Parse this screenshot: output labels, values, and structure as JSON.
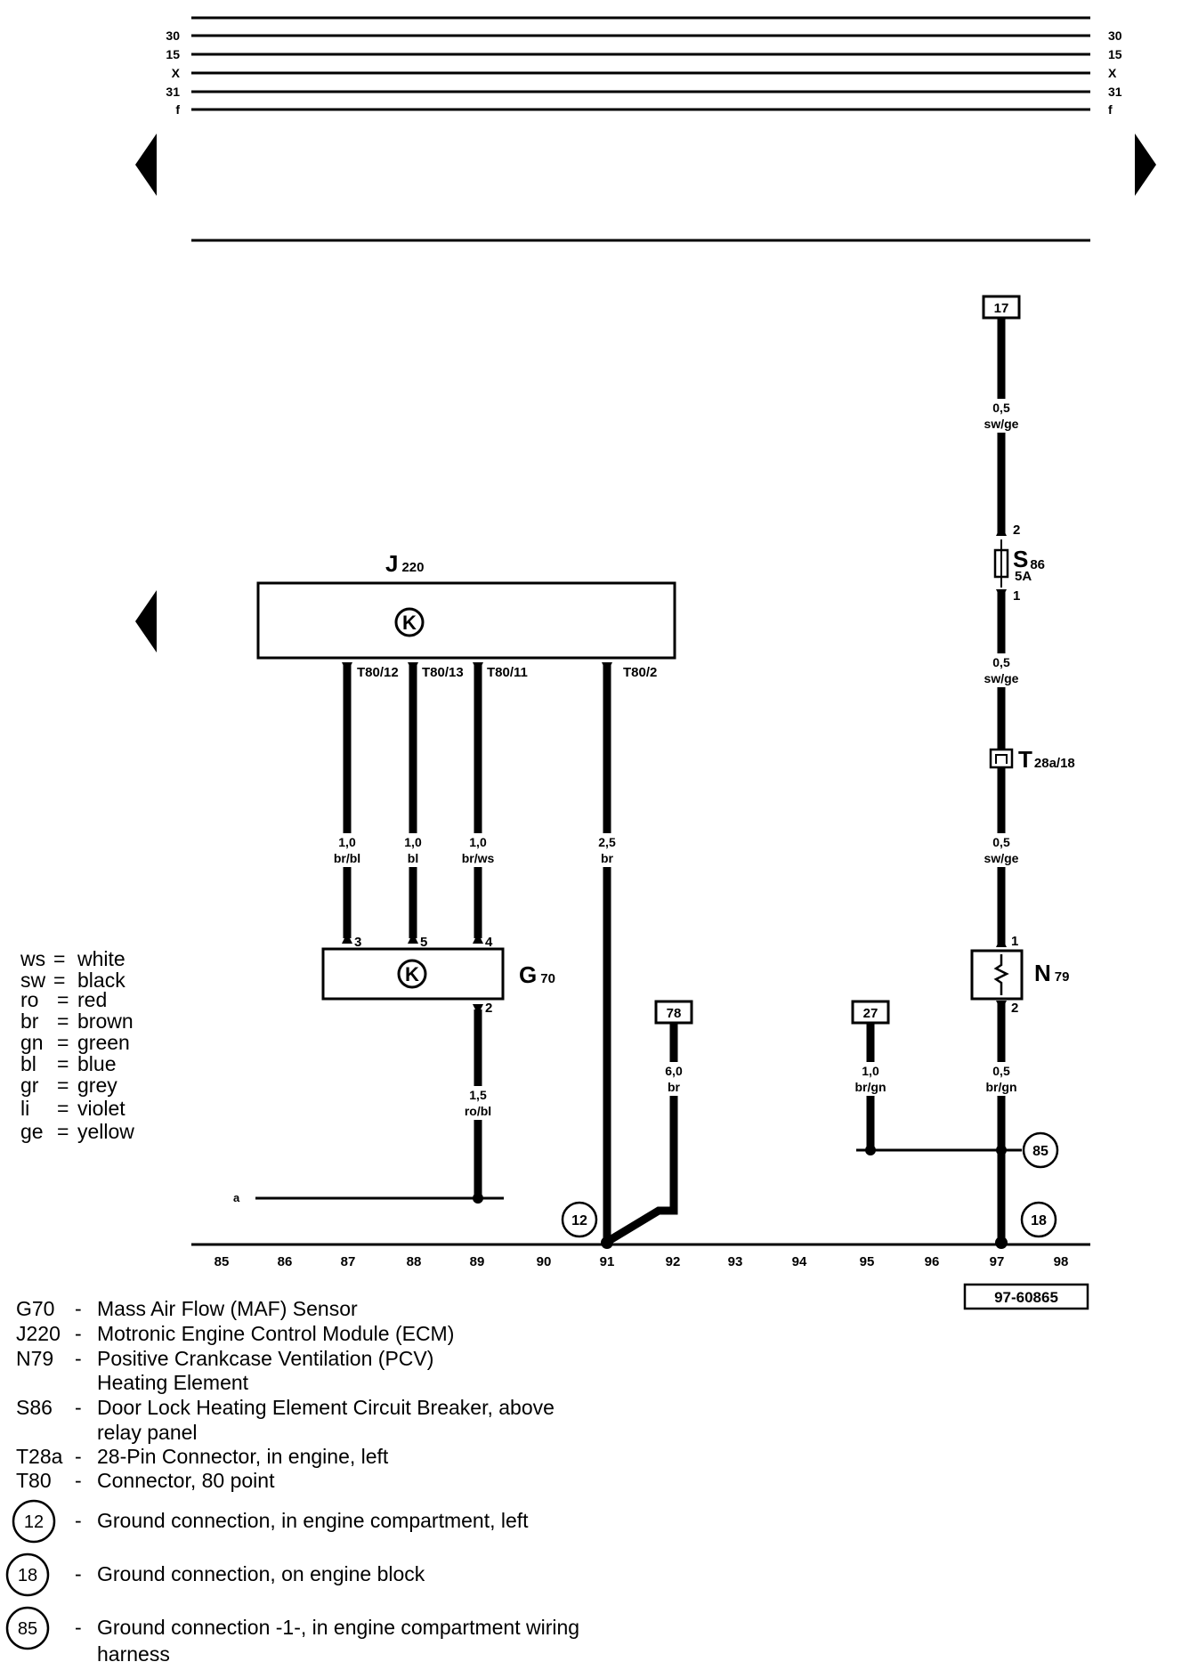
{
  "rails": {
    "labels": [
      "30",
      "15",
      "X",
      "31",
      "f"
    ]
  },
  "components": {
    "j220": {
      "code": "J",
      "sub": "220"
    },
    "g70": {
      "code": "G",
      "sub": "70"
    },
    "n79": {
      "code": "N",
      "sub": "79"
    },
    "s86": {
      "code": "S",
      "sub": "86",
      "rating": "5A"
    },
    "t28a": {
      "code": "T",
      "sub": "28a/18"
    },
    "module_symbol": "K"
  },
  "connectors": {
    "t80_12": "T80/12",
    "t80_13": "T80/13",
    "t80_11": "T80/11",
    "t80_2": "T80/2"
  },
  "wires": {
    "w1": {
      "size": "1,0",
      "color": "br/bl"
    },
    "w2": {
      "size": "1,0",
      "color": "bl"
    },
    "w3": {
      "size": "1,0",
      "color": "br/ws"
    },
    "w4": {
      "size": "2,5",
      "color": "br"
    },
    "w5": {
      "size": "1,5",
      "color": "ro/bl"
    },
    "w6": {
      "size": "6,0",
      "color": "br"
    },
    "w7": {
      "size": "1,0",
      "color": "br/gn"
    },
    "w8": {
      "size": "0,5",
      "color": "br/gn"
    },
    "w9": {
      "size": "0,5",
      "color": "sw/ge"
    },
    "w10": {
      "size": "0,5",
      "color": "sw/ge"
    },
    "w11": {
      "size": "0,5",
      "color": "sw/ge"
    }
  },
  "pins": {
    "g70_3": "3",
    "g70_5": "5",
    "g70_4": "4",
    "g70_2": "2",
    "s86_2": "2",
    "s86_1": "1",
    "n79_1": "1",
    "n79_2": "2"
  },
  "refs": {
    "box17": "17",
    "box78": "78",
    "box27": "27",
    "gnd12": "12",
    "gnd18": "18",
    "gnd85": "85",
    "a": "a"
  },
  "tracks": [
    "85",
    "86",
    "87",
    "88",
    "89",
    "90",
    "91",
    "92",
    "93",
    "94",
    "95",
    "96",
    "97",
    "98"
  ],
  "diagram_id": "97-60865",
  "color_legend": [
    {
      "code": "ws",
      "name": "white"
    },
    {
      "code": "sw",
      "name": "black"
    },
    {
      "code": "ro",
      "name": "red"
    },
    {
      "code": "br",
      "name": "brown"
    },
    {
      "code": "gn",
      "name": "green"
    },
    {
      "code": "bl",
      "name": "blue"
    },
    {
      "code": "gr",
      "name": "grey"
    },
    {
      "code": "li",
      "name": "violet"
    },
    {
      "code": "ge",
      "name": "yellow"
    }
  ],
  "key": [
    {
      "code": "G70",
      "lines": [
        "Mass Air Flow (MAF) Sensor"
      ]
    },
    {
      "code": "J220",
      "lines": [
        "Motronic Engine Control Module (ECM)"
      ]
    },
    {
      "code": "N79",
      "lines": [
        "Positive Crankcase Ventilation (PCV)",
        "Heating Element"
      ]
    },
    {
      "code": "S86",
      "lines": [
        "Door Lock Heating Element Circuit  Breaker, above",
        "relay  panel"
      ]
    },
    {
      "code": "T28a",
      "lines": [
        "28-Pin Connector, in engine, left"
      ]
    },
    {
      "code": "T80",
      "lines": [
        "Connector, 80 point"
      ]
    }
  ],
  "ground_key": [
    {
      "num": "12",
      "lines": [
        "Ground  connection, in engine compartment, left"
      ]
    },
    {
      "num": "18",
      "lines": [
        "Ground connection, on engine block"
      ]
    },
    {
      "num": "85",
      "lines": [
        "Ground connection -1-, in engine compartment wiring",
        "harness"
      ]
    }
  ],
  "separator": "-"
}
